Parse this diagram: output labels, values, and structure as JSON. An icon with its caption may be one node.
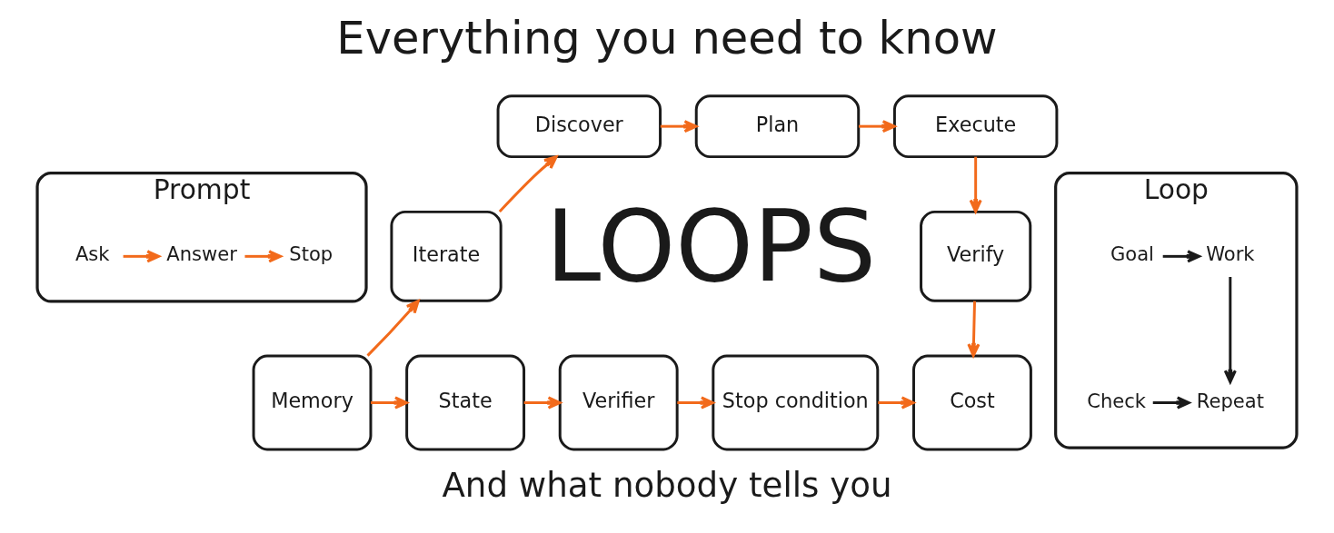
{
  "diagram": {
    "title": "Everything you need to know",
    "caption": "And what nobody tells you",
    "nodes": [
      {
        "text": [
          "Prompt"
        ]
      },
      {
        "text": [
          "Ask"
        ],
        "in": 0
      },
      {
        "text": [
          "Answer"
        ],
        "in": 0
      },
      {
        "text": [
          "Stop"
        ],
        "in": 0
      },
      {
        "text": [
          "Discover"
        ]
      },
      {
        "text": [
          "Plan"
        ]
      },
      {
        "text": [
          "Execute"
        ]
      },
      {
        "text": [
          "Iterate"
        ]
      },
      {
        "text": [
          "Verify"
        ]
      },
      {
        "text": [
          "Memory"
        ]
      },
      {
        "text": [
          "State"
        ]
      },
      {
        "text": [
          "Verifier"
        ]
      },
      {
        "text": [
          "Stop condition"
        ]
      },
      {
        "text": [
          "Cost"
        ]
      },
      {
        "text": [
          "Loop"
        ]
      },
      {
        "text": [
          "Goal"
        ],
        "in": 14
      },
      {
        "text": [
          "Work"
        ],
        "in": 14
      },
      {
        "text": [
          "Check"
        ],
        "in": 14
      },
      {
        "text": [
          "Repeat"
        ],
        "in": 14
      }
    ],
    "edges": [
      {
        "from": 1,
        "to": 2,
        "arrow": "to"
      },
      {
        "from": 2,
        "to": 3,
        "arrow": "to"
      },
      {
        "from": 7,
        "to": 4,
        "arrow": "to"
      },
      {
        "from": 4,
        "to": 5,
        "arrow": "to"
      },
      {
        "from": 5,
        "to": 6,
        "arrow": "to"
      },
      {
        "from": 6,
        "to": 8,
        "arrow": "to"
      },
      {
        "from": 8,
        "to": 13,
        "arrow": "to"
      },
      {
        "from": 9,
        "to": 7,
        "arrow": "to"
      },
      {
        "from": 9,
        "to": 10,
        "arrow": "to"
      },
      {
        "from": 10,
        "to": 11,
        "arrow": "to"
      },
      {
        "from": 11,
        "to": 12,
        "arrow": "to"
      },
      {
        "from": 12,
        "to": 13,
        "arrow": "to"
      },
      {
        "from": 15,
        "to": 16,
        "arrow": "to",
        "color": "#1a1a1a"
      },
      {
        "from": 16,
        "to": 18,
        "arrow": "to",
        "color": "#1a1a1a"
      },
      {
        "from": 17,
        "to": 18,
        "arrow": "to",
        "color": "#1a1a1a"
      }
    ],
    "labels": [
      "LOOPS"
    ]
  }
}
